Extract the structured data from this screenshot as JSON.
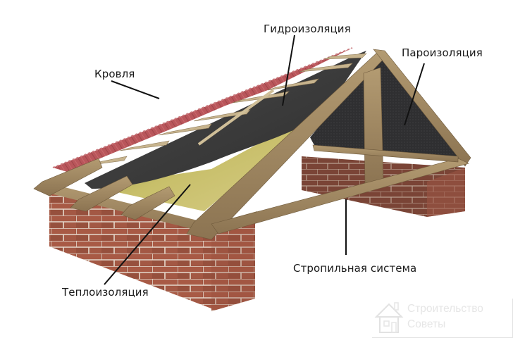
{
  "diagram": {
    "subject": "Roof construction layers",
    "labels": {
      "roofing": "Кровля",
      "waterproofing": "Гидроизоляция",
      "vapor_barrier": "Пароизоляция",
      "rafter_system": "Стропильная система",
      "thermal_insulation": "Теплоизоляция"
    },
    "watermark": {
      "line1": "Строительство",
      "line2": "Советы",
      "icon": "house-icon"
    },
    "colors": {
      "roof_tile": "#b8545a",
      "membrane": "#3d3d3d",
      "wood": "#a88f68",
      "insulation": "#c9c06a",
      "brick": "#9a4f3e",
      "mortar": "#e8ddd2",
      "label_text": "#1a1a1a",
      "leader_line": "#111111"
    }
  }
}
